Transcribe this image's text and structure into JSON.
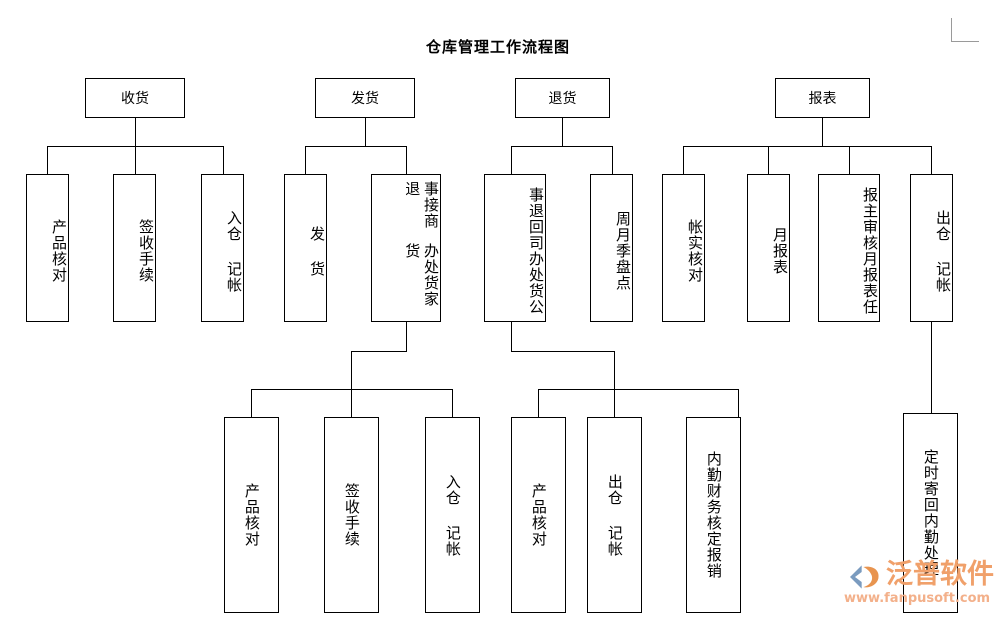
{
  "document": {
    "title": "仓库管理工作流程图",
    "background_color": "#ffffff",
    "line_color": "#000000"
  },
  "chart_data": {
    "type": "diagram",
    "title": "仓库管理工作流程图",
    "orientation": "top-down tree, vertical CJK text in leaf boxes",
    "roots": [
      "收货",
      "发货",
      "退货",
      "报表"
    ]
  },
  "nodes": {
    "root_receive": "收货",
    "root_ship": "发货",
    "root_return": "退货",
    "root_report": "报表",
    "recv_1": "产品核对",
    "recv_2": "签收手续",
    "recv_3": "入仓 记帐",
    "ship_1": "发 货",
    "ship_2_col_right": "事接商退",
    "ship_2_col_left": "办处货家货",
    "ret_1_col_right": "事退回司",
    "ret_1_col_left": "办处货公",
    "ret_2": "周月季盘点",
    "rep_1": "帐实核对",
    "rep_2": "月报表",
    "rep_3_col_right": "报主审核",
    "rep_3_col_left": "月报表任",
    "rep_4": "出仓 记帐",
    "ship_sub_1": "产品核对",
    "ship_sub_2": "签收手续",
    "ship_sub_3": "入仓 记帐",
    "ret_sub_1": "产品核对",
    "ret_sub_2": "出仓 记帐",
    "ret_sub_3": "内勤财务核定报销",
    "rep_sub_1": "定时寄回内勤处理"
  },
  "watermark": {
    "brand": "泛普软件",
    "url": "www.fanpusoft.com",
    "brand_color": "#f0a06a",
    "url_color": "#f3b08a"
  }
}
